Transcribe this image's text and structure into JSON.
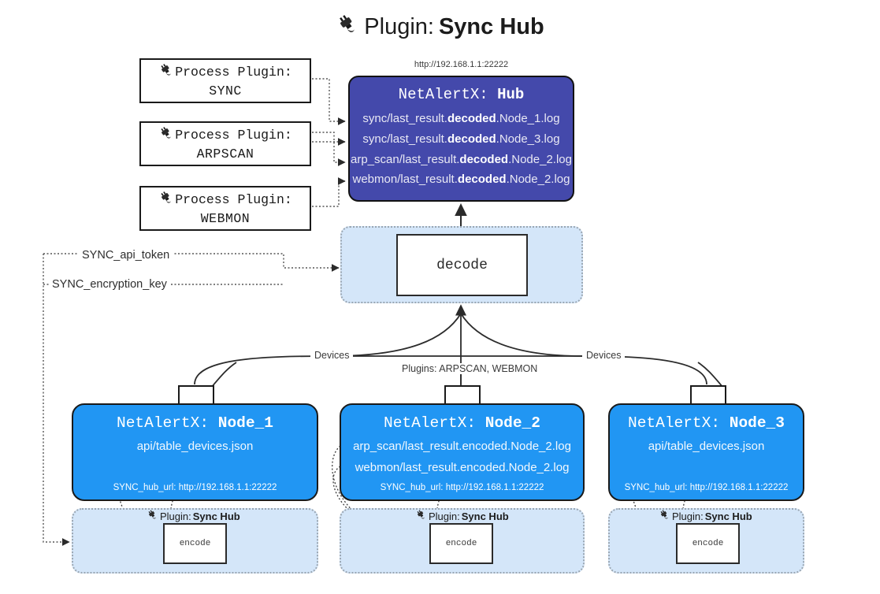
{
  "title": {
    "icon": "plug-icon",
    "prefix": "Plugin: ",
    "name": "Sync Hub"
  },
  "hub": {
    "url": "http://192.168.1.1:22222",
    "title_prefix": "NetAlertX: ",
    "title_name": "Hub",
    "lines": [
      {
        "pre": "sync/last_result.",
        "mid": "decoded",
        "post": ".Node_1.log"
      },
      {
        "pre": "sync/last_result.",
        "mid": "decoded",
        "post": ".Node_3.log"
      },
      {
        "pre": "arp_scan/last_result.",
        "mid": "decoded",
        "post": ".Node_2.log"
      },
      {
        "pre": "webmon/last_result.",
        "mid": "decoded",
        "post": ".Node_2.log"
      }
    ]
  },
  "process_plugins": [
    {
      "icon": "plug-icon",
      "line1": "Process Plugin:",
      "line2": "SYNC"
    },
    {
      "icon": "plug-icon",
      "line1": "Process Plugin:",
      "line2": "ARPSCAN"
    },
    {
      "icon": "plug-icon",
      "line1": "Process Plugin:",
      "line2": "WEBMON"
    }
  ],
  "decode": {
    "label": "decode"
  },
  "keys": {
    "api_token": "SYNC_api_token",
    "encryption_key": "SYNC_encryption_key"
  },
  "edge_labels": {
    "devices_left": "Devices",
    "devices_right": "Devices",
    "plugins_mid": "Plugins: ARPSCAN, WEBMON"
  },
  "nodes": [
    {
      "title_prefix": "NetAlertX: ",
      "title_name": "Node_1",
      "lines": [
        "api/table_devices.json"
      ],
      "url_key": "SYNC_hub_url: ",
      "url_value": "http://192.168.1.1:22222",
      "envelope_icon": "envelope-icon"
    },
    {
      "title_prefix": "NetAlertX: ",
      "title_name": "Node_2",
      "lines": [
        "arp_scan/last_result.encoded.Node_2.log",
        "webmon/last_result.encoded.Node_2.log"
      ],
      "url_key": "SYNC_hub_url: ",
      "url_value": "http://192.168.1.1:22222",
      "envelope_icon": "envelope-icon"
    },
    {
      "title_prefix": "NetAlertX: ",
      "title_name": "Node_3",
      "lines": [
        "api/table_devices.json"
      ],
      "url_key": "SYNC_hub_url: ",
      "url_value": "http://192.168.1.1:22222",
      "envelope_icon": "envelope-icon"
    }
  ],
  "sync_panels": [
    {
      "icon": "plug-icon",
      "label_prefix": "Plugin: ",
      "label_name": "Sync Hub",
      "encode": "encode"
    },
    {
      "icon": "plug-icon",
      "label_prefix": "Plugin: ",
      "label_name": "Sync Hub",
      "encode": "encode"
    },
    {
      "icon": "plug-icon",
      "label_prefix": "Plugin: ",
      "label_name": "Sync Hub",
      "encode": "encode"
    }
  ],
  "colors": {
    "hub_fill": "#4449ab",
    "node_fill": "#2196f3",
    "panel_fill": "#d4e6f9",
    "stroke": "#1a1a1a",
    "dotted": "#9aa6b2"
  }
}
